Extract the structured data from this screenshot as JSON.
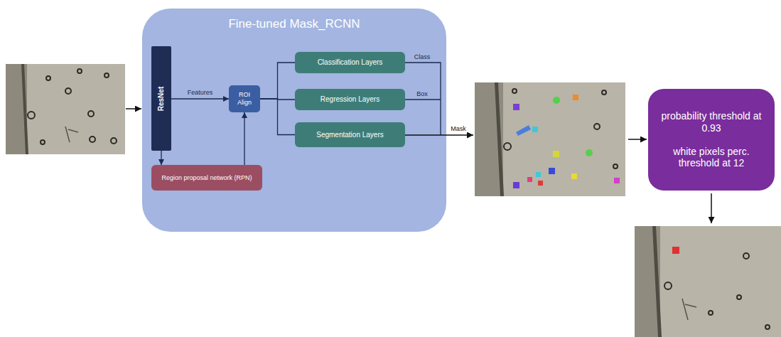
{
  "diagram": {
    "nodes": [
      {
        "text": [
          "Fine-tuned Mask_RCNN"
        ]
      },
      {
        "text": [
          "ResNet"
        ],
        "in": 0
      },
      {
        "text": [
          "ROI Align"
        ],
        "in": 0
      },
      {
        "text": [
          "Region proposal network (RPN)"
        ],
        "in": 0
      },
      {
        "text": [
          "Classification Layers"
        ],
        "in": 0
      },
      {
        "text": [
          "Regression Layers"
        ],
        "in": 0
      },
      {
        "text": [
          "Segmentation Layers"
        ],
        "in": 0
      },
      {
        "text": [
          "probability threshold at 0.93",
          "white pixels perc. threshold at 12"
        ]
      }
    ],
    "edges": [
      {
        "from": 1,
        "to": 2,
        "arrow": "to",
        "label": "Features"
      },
      {
        "from": 1,
        "to": 3,
        "arrow": "to"
      },
      {
        "from": 3,
        "to": 2,
        "arrow": "to"
      },
      {
        "from": 2,
        "to": 4,
        "arrow": "none"
      },
      {
        "from": 2,
        "to": 5,
        "arrow": "none"
      },
      {
        "from": 2,
        "to": 6,
        "arrow": "none"
      }
    ],
    "labels": [
      "Class",
      "Box",
      "Mask"
    ]
  }
}
